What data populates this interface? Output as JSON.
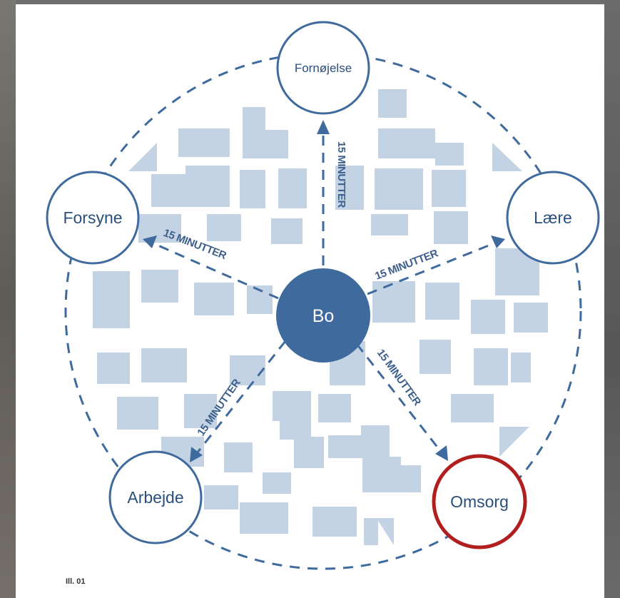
{
  "diagram": {
    "center": {
      "label": "Bo"
    },
    "destinations": [
      {
        "id": "fornojelse",
        "label": "Fornøjelse"
      },
      {
        "id": "laere",
        "label": "Lære"
      },
      {
        "id": "omsorg",
        "label": "Omsorg"
      },
      {
        "id": "arbejde",
        "label": "Arbejde"
      },
      {
        "id": "forsyne",
        "label": "Forsyne"
      }
    ],
    "walk_labels": [
      "15 MINUTTER",
      "15 MINUTTER",
      "15 MINUTTER",
      "15 MINUTTER",
      "15 MINUTTER"
    ],
    "highlighted": "Omsorg",
    "colors": {
      "primary": "#3f6a9e",
      "block": "#c4d3e3",
      "highlight": "#b01e1e"
    },
    "caption": "Ill. 01"
  }
}
